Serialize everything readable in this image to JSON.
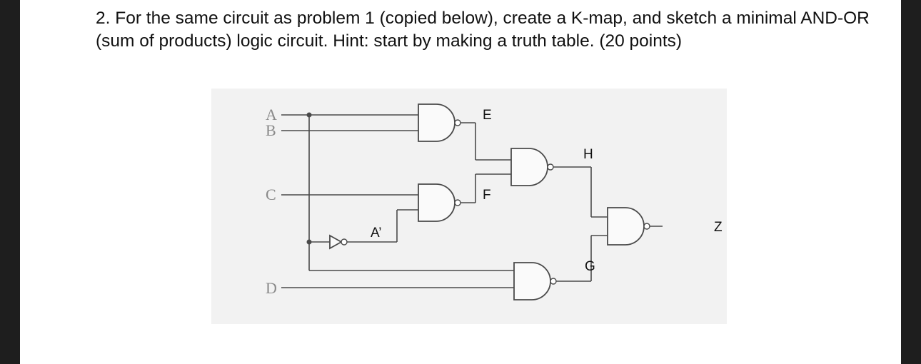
{
  "question": {
    "text": "2. For the same circuit as problem 1 (copied below), create a K-map, and sketch a minimal AND-OR (sum of products) logic circuit. Hint: start by making a truth table. (20 points)"
  },
  "circuit": {
    "inputs": {
      "a": "A",
      "b": "B",
      "c": "C",
      "d": "D"
    },
    "nodes": {
      "a_not": "A’",
      "e": "E",
      "f": "F",
      "g": "G",
      "h": "H",
      "z": "Z"
    }
  }
}
